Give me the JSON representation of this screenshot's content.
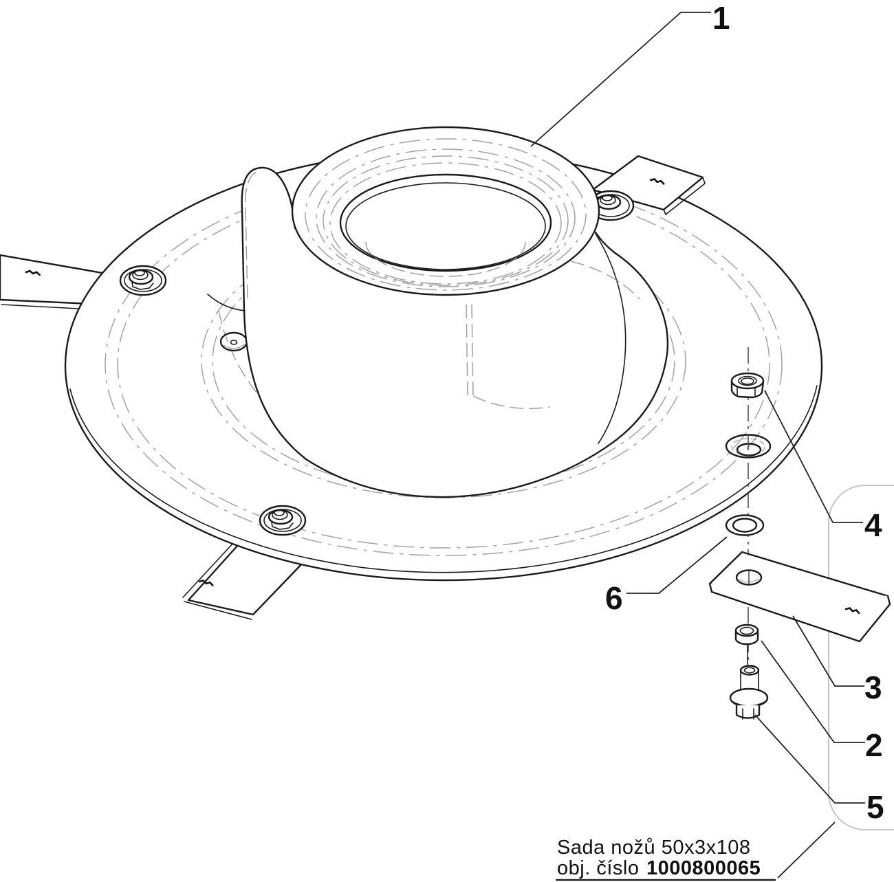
{
  "figure": {
    "type": "exploded-parts-diagram",
    "background": "#ffffff",
    "line_color": "#1a1a1a",
    "hidden_line_color": "#9a9a9a",
    "centerline_color": "#444444",
    "capsule_color": "#c5c5c5"
  },
  "callouts": [
    {
      "label": "1",
      "part": "disc-hub-assembly"
    },
    {
      "label": "2",
      "part": "spacer-bushing"
    },
    {
      "label": "3",
      "part": "knife-blade"
    },
    {
      "label": "4",
      "part": "hex-nut"
    },
    {
      "label": "5",
      "part": "flange-bolt"
    },
    {
      "label": "6",
      "part": "washer"
    }
  ],
  "caption": {
    "line1": "Sada nožů 50x3x108",
    "line2_label": "obj. číslo",
    "line2_number": "1000800065"
  }
}
